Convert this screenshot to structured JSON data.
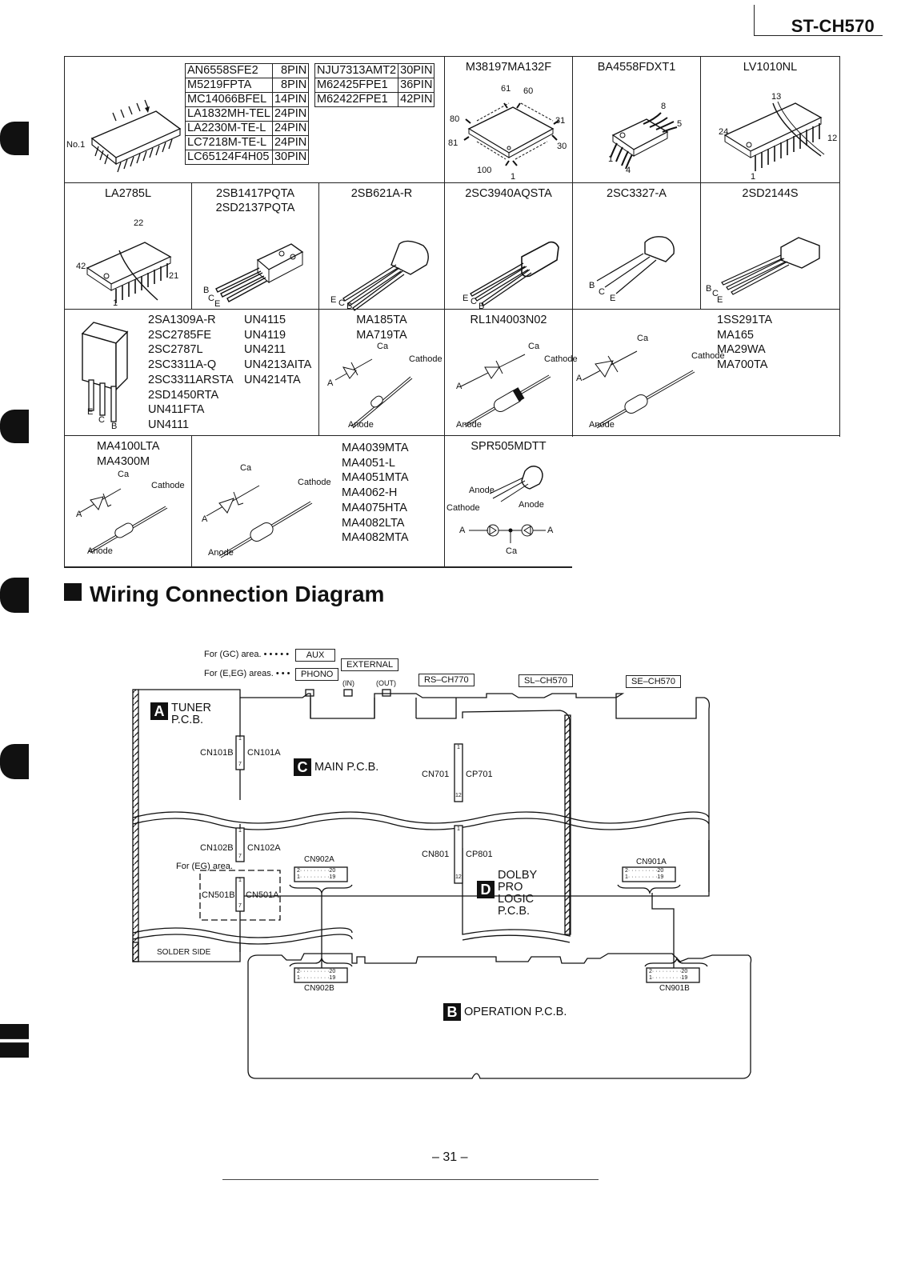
{
  "header": {
    "model": "ST-CH570"
  },
  "parts_table": {
    "ic_pin_list_left": [
      {
        "part": "AN6558SFE2",
        "pins": "8PIN"
      },
      {
        "part": "M5219FPTA",
        "pins": "8PIN"
      },
      {
        "part": "MC14066BFEL",
        "pins": "14PIN"
      },
      {
        "part": "LA1832MH-TEL",
        "pins": "24PIN"
      },
      {
        "part": "LA2230M-TE-L",
        "pins": "24PIN"
      },
      {
        "part": "LC7218M-TE-L",
        "pins": "24PIN"
      },
      {
        "part": "LC65124F4H05",
        "pins": "30PIN"
      }
    ],
    "ic_pin_list_right": [
      {
        "part": "NJU7313AMT2",
        "pins": "30PIN"
      },
      {
        "part": "M62425FPE1",
        "pins": "36PIN"
      },
      {
        "part": "M62422FPE1",
        "pins": "42PIN"
      }
    ],
    "ic_pin1_label": "No.1",
    "row1": [
      {
        "title": "M38197MA132F",
        "pins": [
          "61",
          "60",
          "80",
          "31",
          "81",
          "30",
          "100",
          "1"
        ]
      },
      {
        "title": "BA4558FDXT1",
        "pins": [
          "8",
          "5",
          "1",
          "4"
        ]
      },
      {
        "title": "LV1010NL",
        "pins": [
          "13",
          "24",
          "12",
          "1"
        ]
      }
    ],
    "row2": [
      {
        "title": "LA2785L",
        "pins": [
          "22",
          "42",
          "21",
          "1"
        ]
      },
      {
        "title": "2SB1417PQTA",
        "title2": "2SD2137PQTA",
        "leads": [
          "B",
          "C",
          "E"
        ]
      },
      {
        "title": "2SB621A-R",
        "leads": [
          "E",
          "C",
          "B"
        ]
      },
      {
        "title": "2SC3940AQSTA",
        "leads": [
          "E",
          "C",
          "B"
        ]
      },
      {
        "title": "2SC3327-A",
        "leads": [
          "B",
          "C",
          "E"
        ]
      },
      {
        "title": "2SD2144S",
        "leads": [
          "B",
          "C",
          "E"
        ]
      }
    ],
    "row3": {
      "transistor_list_col1": [
        "2SA1309A-R",
        "2SC2785FE",
        "2SC2787L",
        "2SC3311A-Q",
        "2SC3311ARSTA",
        "2SD1450RTA",
        "UN411FTA",
        "UN4111"
      ],
      "transistor_list_col2": [
        "UN4115",
        "UN4119",
        "UN4211",
        "UN4213AITA",
        "UN4214TA"
      ],
      "transistor_leads": [
        "E",
        "C",
        "B"
      ],
      "diode1": {
        "titles": [
          "MA185TA",
          "MA719TA"
        ]
      },
      "diode2": {
        "title": "RL1N4003N02"
      },
      "diode3_list": [
        "1SS291TA",
        "MA165",
        "MA29WA",
        "MA700TA"
      ]
    },
    "row4": {
      "zener1": {
        "titles": [
          "MA4100LTA",
          "MA4300M"
        ]
      },
      "zener2_list": [
        "MA4039MTA",
        "MA4051-L",
        "MA4051MTA",
        "MA4062-H",
        "MA4075HTA",
        "MA4082LTA",
        "MA4082MTA"
      ],
      "led": {
        "title": "SPR505MDTT",
        "anode": "Anode",
        "cathode": "Cathode",
        "a": "A",
        "ca": "Ca"
      }
    },
    "diode_labels": {
      "a": "A",
      "ca": "Ca",
      "cathode": "Cathode",
      "anode": "Anode"
    }
  },
  "section": {
    "title": "Wiring Connection Diagram"
  },
  "wiring": {
    "note_gc": "For (GC) area. • • • • •",
    "note_e_eg": "For (E,EG) areas. • • •",
    "aux": "AUX",
    "phono": "PHONO",
    "external": "EXTERNAL",
    "in": "(IN)",
    "out": "(OUT)",
    "rs": "RS–CH770",
    "sl": "SL–CH570",
    "se": "SE–CH570",
    "boards": {
      "a": {
        "letter": "A",
        "name1": "TUNER",
        "name2": "P.C.B."
      },
      "b": {
        "letter": "B",
        "name1": "OPERATION P.C.B."
      },
      "c": {
        "letter": "C",
        "name1": "MAIN P.C.B."
      },
      "d": {
        "letter": "D",
        "name1": "DOLBY",
        "name2": "PRO",
        "name3": "LOGIC",
        "name4": "P.C.B."
      }
    },
    "connectors": {
      "cn101b": "CN101B",
      "cn101a": "CN101A",
      "cn102b": "CN102B",
      "cn102a": "CN102A",
      "cn501b": "CN501B",
      "cn501a": "CN501A",
      "cn701": "CN701",
      "cp701": "CP701",
      "cn801": "CN801",
      "cp801": "CP801",
      "cn902a": "CN902A",
      "cn902b": "CN902B",
      "cn901a": "CN901A",
      "cn901b": "CN901B",
      "pin1": "1",
      "pin7": "7",
      "pin12": "12",
      "row_top": "2· · · · · · · · ·20",
      "row_bot": "1· · · · · · · · ·19"
    },
    "eg_note": "For (EG) area.",
    "solder_side": "SOLDER SIDE"
  },
  "footer": {
    "page": "– 31 –"
  }
}
